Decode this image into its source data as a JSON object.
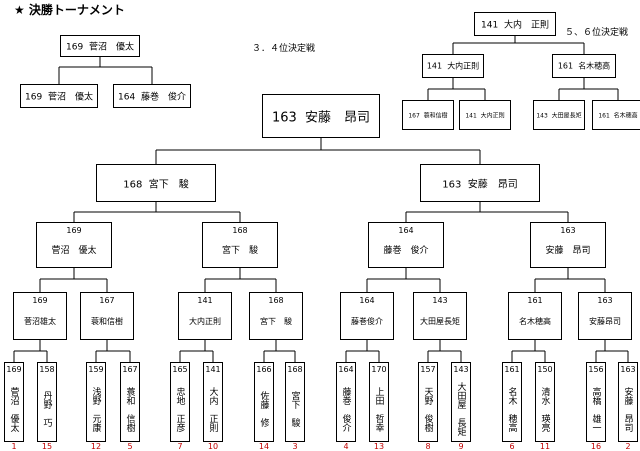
{
  "title": "★ 決勝トーナメント",
  "third_place": {
    "label": "３．４位決定戦",
    "winner": {
      "num": "169",
      "name": "菅沼　優太"
    },
    "left": {
      "num": "169",
      "name": "菅沼　優太"
    },
    "right": {
      "num": "164",
      "name": "藤巻　俊介"
    }
  },
  "fifth_place": {
    "label": "５、６位決定戦",
    "winner": {
      "num": "141",
      "name": "大内　正則"
    },
    "semis": [
      {
        "num": "141",
        "name": "大内正則"
      },
      {
        "num": "161",
        "name": "名木穂高"
      }
    ],
    "entries": [
      {
        "num": "167",
        "name": "蓑和信樹"
      },
      {
        "num": "141",
        "name": "大内正則"
      },
      {
        "num": "143",
        "name": "大田屋長矩"
      },
      {
        "num": "161",
        "name": "名木穂高"
      }
    ]
  },
  "champion": {
    "num": "163",
    "name": "安藤　昂司"
  },
  "final": [
    {
      "num": "168",
      "name": "宮下　駿"
    },
    {
      "num": "163",
      "name": "安藤　昂司"
    }
  ],
  "semis": [
    {
      "num": "169",
      "name": "菅沼　優太"
    },
    {
      "num": "168",
      "name": "宮下　駿"
    },
    {
      "num": "164",
      "name": "藤巻　俊介"
    },
    {
      "num": "163",
      "name": "安藤　昂司"
    }
  ],
  "quarters": [
    {
      "num": "169",
      "name": "菅沼雄太"
    },
    {
      "num": "167",
      "name": "蓑和信樹"
    },
    {
      "num": "141",
      "name": "大内正則"
    },
    {
      "num": "168",
      "name": "宮下　駿"
    },
    {
      "num": "164",
      "name": "藤巻俊介"
    },
    {
      "num": "143",
      "name": "大田屋長矩"
    },
    {
      "num": "161",
      "name": "名木穂高"
    },
    {
      "num": "163",
      "name": "安藤昂司"
    }
  ],
  "players": [
    {
      "num": "169",
      "name": "菅沼　優太",
      "seed": "1"
    },
    {
      "num": "158",
      "name": "丹野　巧",
      "seed": "15"
    },
    {
      "num": "159",
      "name": "浅野　元康",
      "seed": "12"
    },
    {
      "num": "167",
      "name": "蓑和　信樹",
      "seed": "5"
    },
    {
      "num": "165",
      "name": "忠地　正彦",
      "seed": "7"
    },
    {
      "num": "141",
      "name": "大内　正則",
      "seed": "10"
    },
    {
      "num": "166",
      "name": "佐藤　修",
      "seed": "14"
    },
    {
      "num": "168",
      "name": "宮下　駿",
      "seed": "3"
    },
    {
      "num": "164",
      "name": "藤巻　俊介",
      "seed": "4"
    },
    {
      "num": "170",
      "name": "上田　哲幸",
      "seed": "13"
    },
    {
      "num": "157",
      "name": "天野　俊樹",
      "seed": "8"
    },
    {
      "num": "143",
      "name": "大田屋　長矩",
      "seed": "9"
    },
    {
      "num": "161",
      "name": "名木　穂高",
      "seed": "6"
    },
    {
      "num": "150",
      "name": "清水　瑛亮",
      "seed": "11"
    },
    {
      "num": "156",
      "name": "高橋　雄一",
      "seed": "16"
    },
    {
      "num": "163",
      "name": "安藤　昂司",
      "seed": "2"
    }
  ],
  "colors": {
    "line": "#000000",
    "seed": "#c00000"
  }
}
